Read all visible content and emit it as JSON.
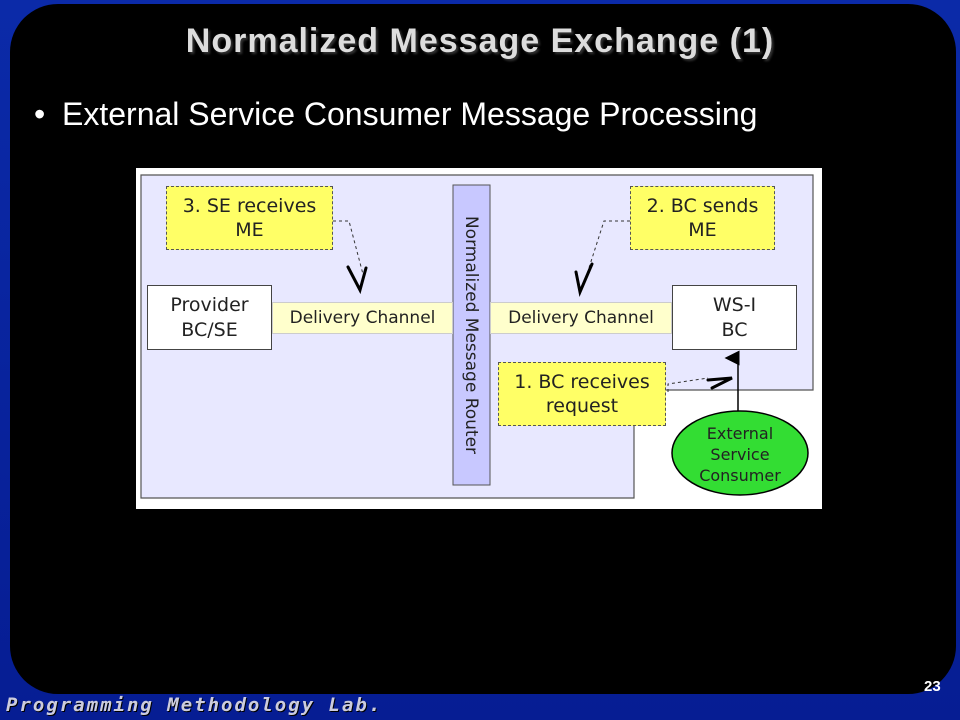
{
  "slide": {
    "title": "Normalized Message Exchange (1)",
    "bullet": "External Service Consumer Message Processing",
    "footer": "Programming Methodology Lab.",
    "page_number": "23"
  },
  "diagram": {
    "notes": {
      "se_receives": "3. SE receives\nME",
      "bc_sends": "2. BC sends\nME",
      "bc_receives": "1. BC receives\nrequest"
    },
    "components": {
      "provider": "Provider\nBC/SE",
      "wsi": "WS-I\nBC",
      "router": "Normalized Message Router",
      "consumer": "External\nService\nConsumer"
    },
    "delivery_channel_left": "Delivery Channel",
    "delivery_channel_right": "Delivery Channel"
  },
  "colors": {
    "note_fill": "#ffff66",
    "region_fill": "#e8e8ff",
    "router_fill": "#c8c8ff",
    "consumer_fill": "#33dd33",
    "background": "#000000"
  }
}
